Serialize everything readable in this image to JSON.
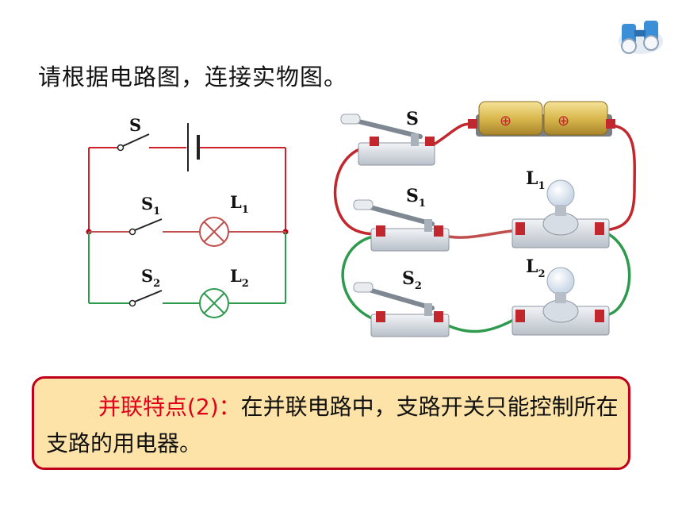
{
  "instruction": "请根据电路图，连接实物图。",
  "schematic": {
    "switch_main": "S",
    "switch_1": "S",
    "switch_1_sub": "1",
    "switch_2": "S",
    "switch_2_sub": "2",
    "lamp_1": "L",
    "lamp_1_sub": "1",
    "lamp_2": "L",
    "lamp_2_sub": "2"
  },
  "physical": {
    "switch_main": "S",
    "switch_1": "S",
    "switch_1_sub": "1",
    "switch_2": "S",
    "switch_2_sub": "2",
    "lamp_1": "L",
    "lamp_1_sub": "1",
    "lamp_2": "L",
    "lamp_2_sub": "2",
    "battery_plus": "⊕"
  },
  "note": {
    "highlight": "并联特点(2)：",
    "text": "在并联电路中，支路开关只能控制所在支路的用电器。"
  },
  "colors": {
    "main_wire": "#d0202a",
    "branch1_wire": "#c0504d",
    "branch2_wire": "#2e9a4e",
    "note_bg": "#fde3a7",
    "note_border": "#c0001a",
    "highlight_text": "#e0001a"
  }
}
